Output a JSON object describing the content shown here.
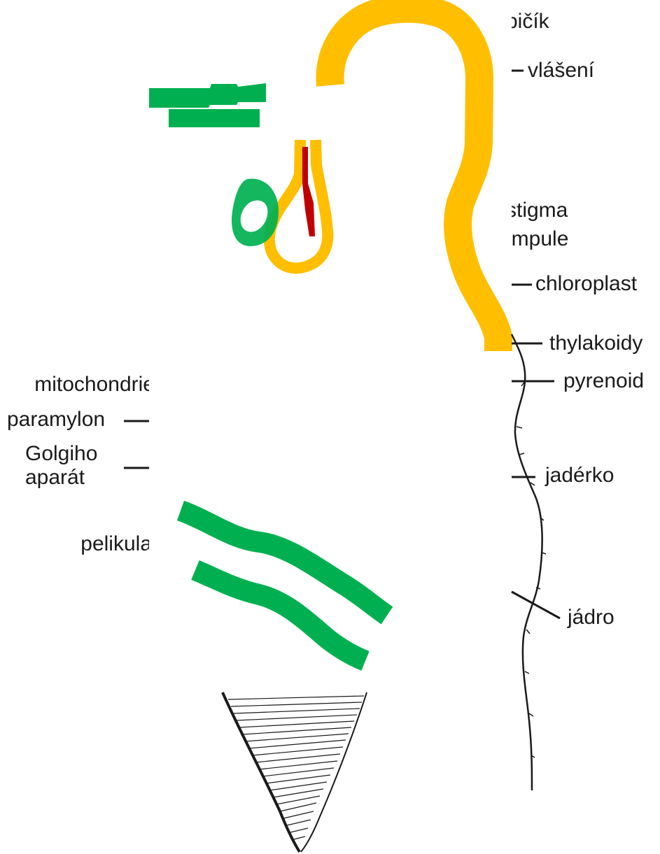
{
  "diagram": {
    "labels_right": {
      "flagellum": "bičík",
      "hairs": "vlášení",
      "stigma": "stigma",
      "ampule": "ampule",
      "chloroplast": "chloroplast",
      "thylakoids": "thylakoidy",
      "pyrenoid": "pyrenoid",
      "nucleolus": "jadérko",
      "nucleus": "jádro"
    },
    "labels_left": {
      "mitochondria": "mitochondrie",
      "paramylon": "paramylon",
      "golgi_line1": "Golgiho",
      "golgi_line2": "aparát",
      "pellicle": "pelikula"
    },
    "colors": {
      "flagellum_orange": "#FFBF00",
      "organelle_green": "#00B050",
      "stigma_red": "#C00000",
      "text": "#1a1a1a",
      "line": "#1a1a1a"
    }
  }
}
